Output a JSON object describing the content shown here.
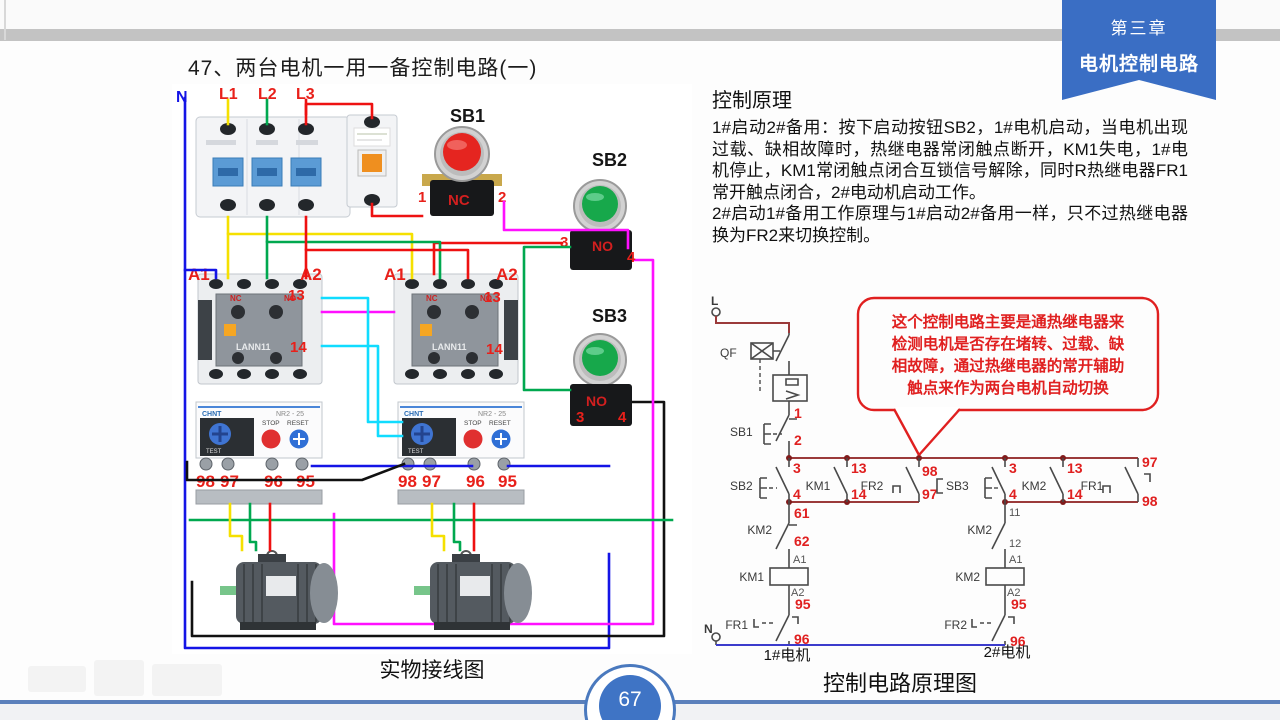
{
  "chapter_tab": {
    "line1": "第三章",
    "line2": "电机控制电路"
  },
  "title": "47、两台电机一用一备控制电路(一)",
  "page_number": "67",
  "principle": {
    "heading": "控制原理",
    "p1": "1#启动2#备用：按下启动按钮SB2，1#电机启动，当电机出现过载、缺相故障时，热继电器常闭触点断开，KM1失电，1#电机停止，KM1常闭触点闭合互锁信号解除，同时R热继电器FR1常开触点闭合，2#电动机启动工作。",
    "p2": "2#启动1#备用工作原理与1#启动2#备用一样，只不过热继电器换为FR2来切换控制。"
  },
  "left_panel": {
    "caption": "实物接线图",
    "n": "N",
    "l1": "L1",
    "l2": "L2",
    "l3": "L3",
    "sb1": {
      "name": "SB1",
      "type": "NC",
      "t1": "1",
      "t2": "2"
    },
    "sb2": {
      "name": "SB2",
      "type": "NO",
      "t3": "3",
      "t4": "4"
    },
    "sb3": {
      "name": "SB3",
      "type": "NO",
      "t3": "3",
      "t4": "4"
    },
    "contactor": {
      "a1": "A1",
      "a2": "A2",
      "t13": "13",
      "t14": "14",
      "model": "LANN11",
      "nc": "NC",
      "no": "NO"
    },
    "relay": {
      "brand": "CHNT",
      "model": "NR2 - 25",
      "stop": "STOP",
      "reset": "RESET",
      "test": "TEST",
      "t98": "98",
      "t97": "97",
      "t96": "96",
      "t95": "95"
    }
  },
  "schematic": {
    "caption": "控制电路原理图",
    "motor1": "1#电机",
    "motor2": "2#电机",
    "callout": {
      "line1": "这个控制电路主要是通热继电器来",
      "line2": "检测电机是否存在堵转、过载、缺",
      "line3": "相故障，通过热继电器的常开辅助",
      "line4": "触点来作为两台电机自动切换"
    },
    "labels": {
      "l": "L",
      "n": "N",
      "qf": "QF",
      "sb1": "SB1",
      "sb2": "SB2",
      "sb3": "SB3",
      "km1": "KM1",
      "km2": "KM2",
      "fr1": "FR1",
      "fr2": "FR2"
    },
    "terminals": {
      "t1": "1",
      "t2": "2",
      "sb2_top": "3",
      "sb2_bot": "4",
      "km1_top": "13",
      "km1_bot": "14",
      "fr2_top": "98",
      "fr2_bot": "97",
      "sb3_top": "3",
      "sb3_bot": "4",
      "km2_top": "13",
      "km2_bot": "14",
      "fr1_top": "97",
      "fr1_bot": "98",
      "t61": "61",
      "t62": "62",
      "a1": "A1",
      "a2": "A2",
      "t95": "95",
      "t96": "96",
      "t11": "11",
      "t12": "12"
    }
  }
}
